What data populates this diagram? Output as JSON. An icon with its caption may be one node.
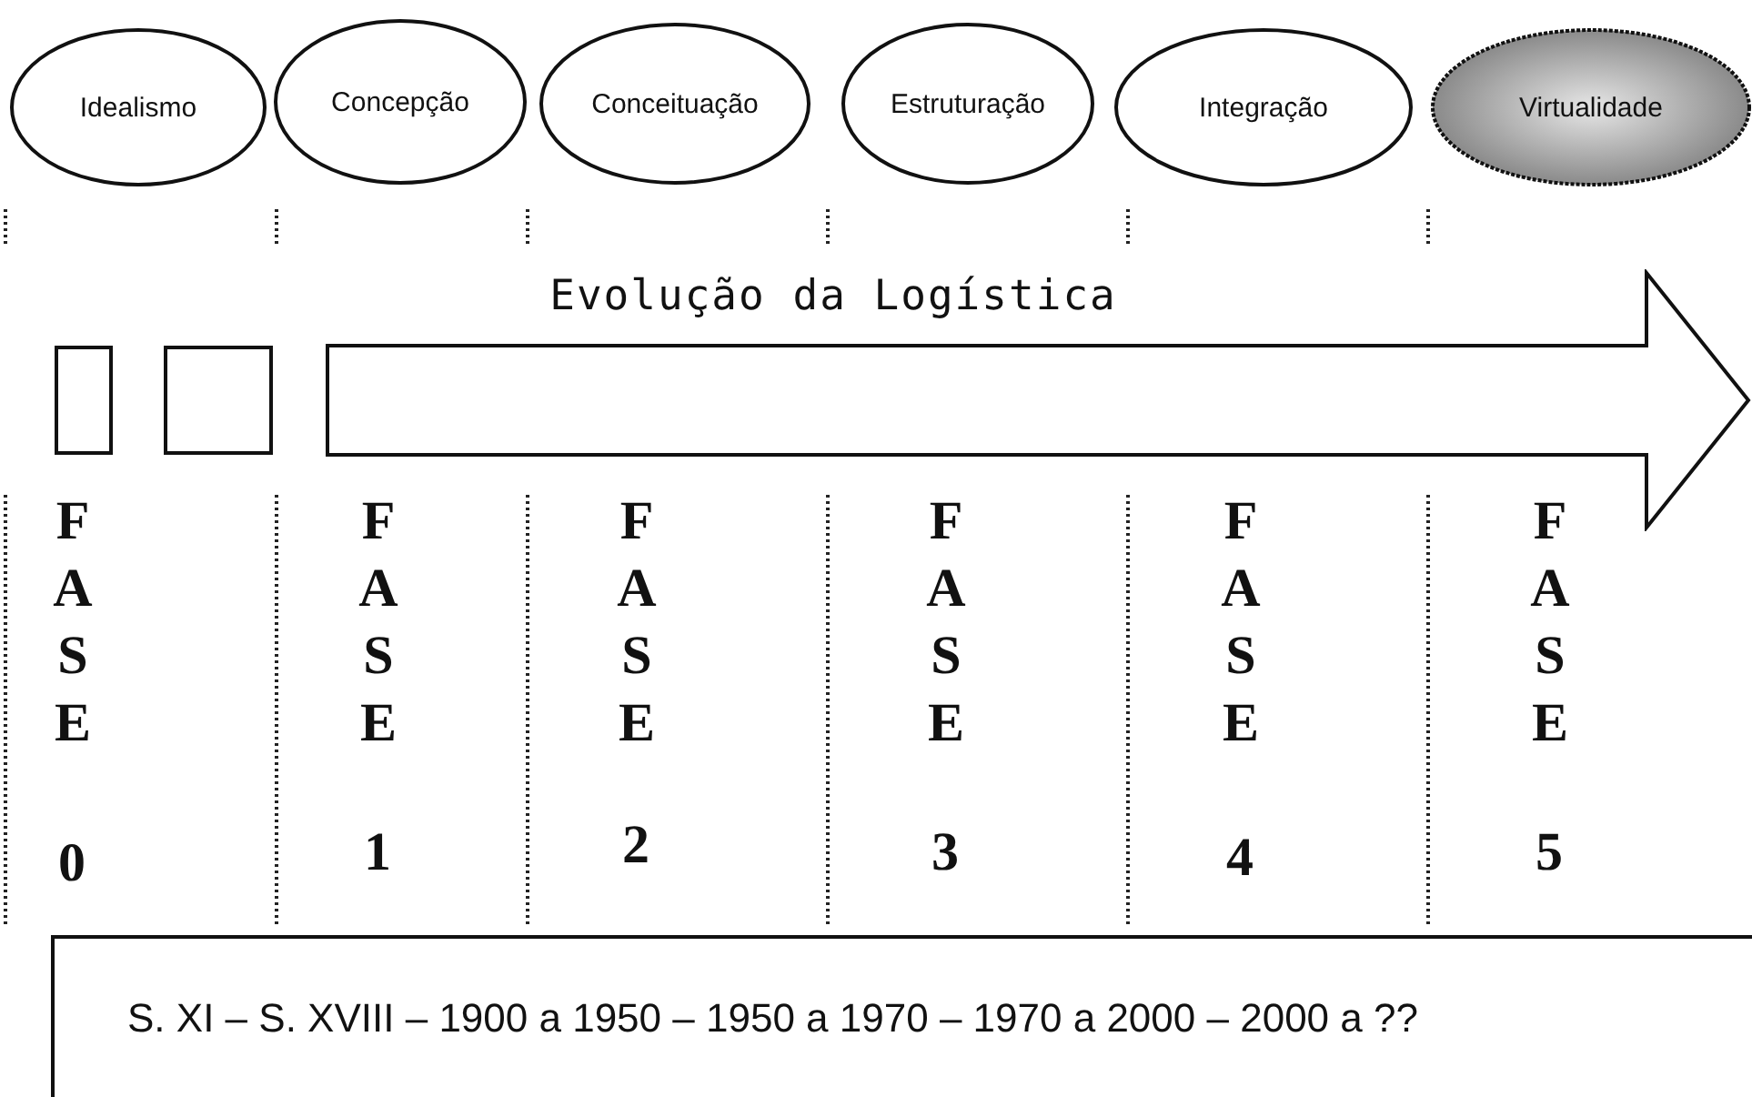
{
  "diagram": {
    "nodes": [
      {
        "text": [
          "Idealismo"
        ]
      },
      {
        "text": [
          "Concepção"
        ]
      },
      {
        "text": [
          "Conceituação"
        ]
      },
      {
        "text": [
          "Estruturação"
        ]
      },
      {
        "text": [
          "Integração"
        ]
      },
      {
        "text": [
          "Virtualidade"
        ]
      },
      {
        "text": [],
        "shape": "box"
      },
      {
        "text": [],
        "shape": "box"
      },
      {
        "text": [
          "Evolução da Logística"
        ]
      },
      {
        "text": [
          "S. XI – S. XVIII – 1900 a 1950 – 1950 a 1970 – 1970 a 2000 – 2000 a ??"
        ]
      }
    ],
    "edges": [],
    "labels": [
      "FASE",
      "0",
      "FASE",
      "1",
      "FASE",
      "2",
      "FASE",
      "3",
      "FASE",
      "4",
      "FASE",
      "5"
    ]
  }
}
